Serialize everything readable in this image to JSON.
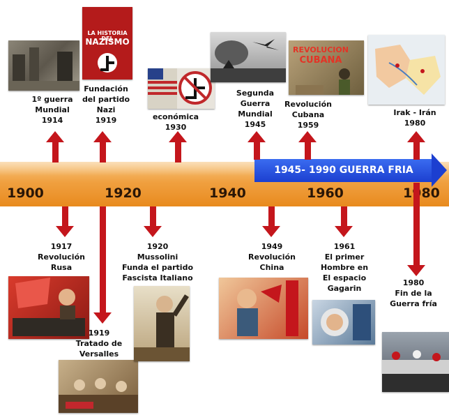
{
  "period_banner": {
    "text": "1945- 1990 GUERRA FRIA"
  },
  "axis_years": [
    "1900",
    "1920",
    "1940",
    "1960",
    "1980"
  ],
  "events_above": [
    {
      "lines": [
        "1º guerra",
        "Mundial",
        "1914"
      ]
    },
    {
      "lines": [
        "Fundación",
        "del partido",
        "Nazi",
        "1919"
      ]
    },
    {
      "lines": [
        "económica",
        "1930"
      ]
    },
    {
      "lines": [
        "Segunda",
        "Guerra",
        "Mundial",
        "1945"
      ]
    },
    {
      "lines": [
        "Revolución",
        "Cubana",
        "1959"
      ]
    },
    {
      "lines": [
        "Irak - Irán",
        "1980"
      ]
    }
  ],
  "events_below": [
    {
      "lines": [
        "1917",
        "Revolución",
        "Rusa"
      ]
    },
    {
      "lines": [
        "1919",
        "Tratado de",
        "Versalles"
      ]
    },
    {
      "lines": [
        "1920",
        "Mussolini",
        "Funda el partido",
        "Fascista Italiano"
      ]
    },
    {
      "lines": [
        "1949",
        "Revolución",
        "China"
      ]
    },
    {
      "lines": [
        "1961",
        "El primer",
        "Hombre en",
        "El espacio",
        "Gagarin"
      ]
    },
    {
      "lines": [
        "1980",
        "Fin de la",
        "Guerra fría"
      ]
    }
  ],
  "image_captions": {
    "nazismo_book": [
      "LA HISTORIA DEL",
      "NAZISMO"
    ],
    "cuba_poster": [
      "REVOLUCION",
      "CUBANA"
    ]
  },
  "colors": {
    "band": "#f0a040",
    "arrow": "#c4161c",
    "banner": "#1c3fd0",
    "banner_text": "#ffffff"
  },
  "icons": [
    "map-image",
    "photo-image",
    "poster-image"
  ]
}
